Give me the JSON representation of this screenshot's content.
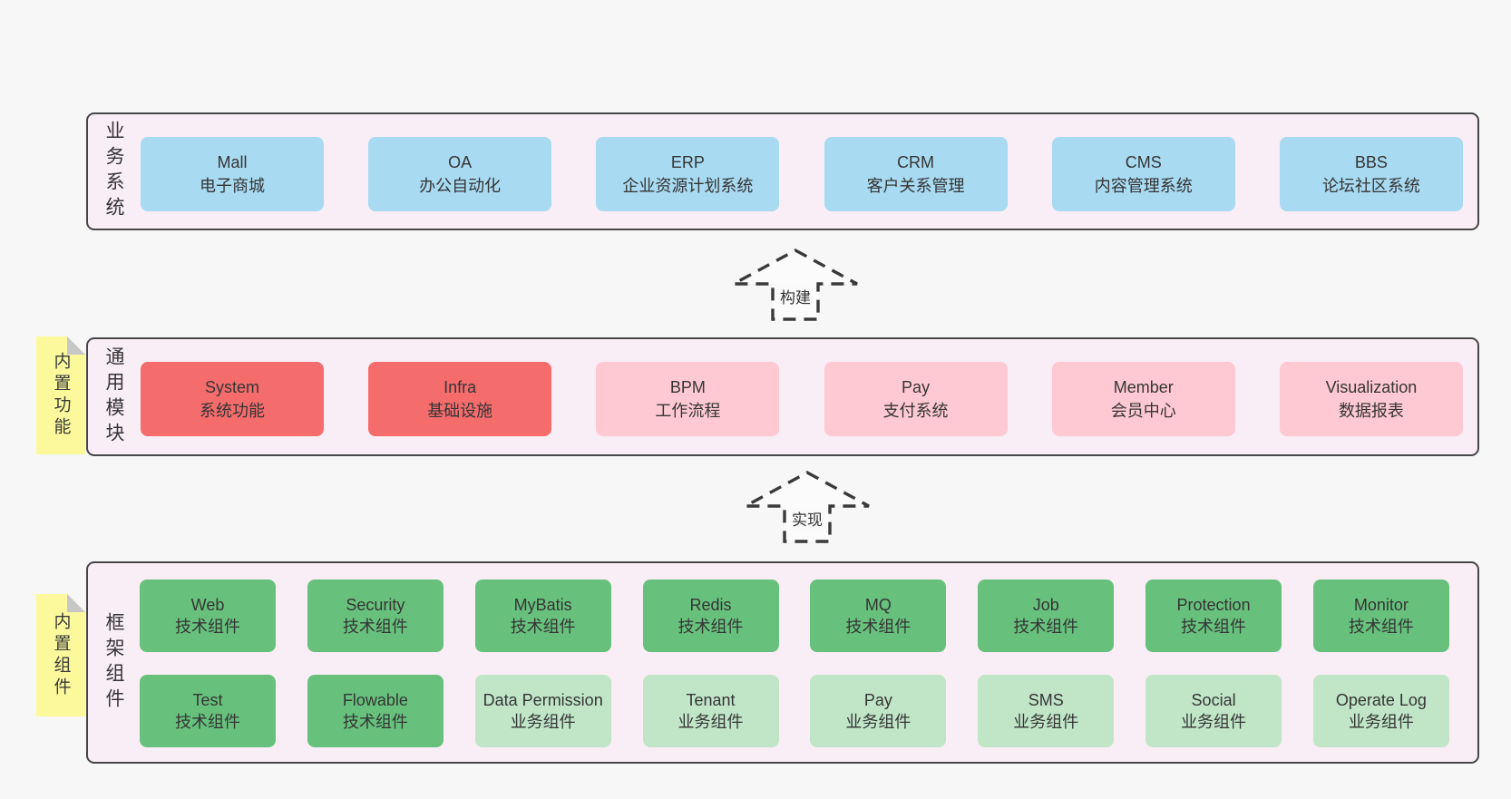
{
  "colors": {
    "page_bg": "#f7f7f7",
    "band_bg": "#f9edf6",
    "band_border": "#474747",
    "box_blue": "#a8daf2",
    "box_red": "#f56c6c",
    "box_pink": "#fec9d2",
    "box_green": "#67c17c",
    "box_green_light": "#c1e6c7",
    "note_yellow": "#fbf99c",
    "note_fold_gray": "#c7c7c7",
    "text": "#353535"
  },
  "arrows": [
    {
      "label": "构建"
    },
    {
      "label": "实现"
    }
  ],
  "bands": [
    {
      "label": "业务系统",
      "rows": [
        [
          {
            "en": "Mall",
            "zh": "电子商城"
          },
          {
            "en": "OA",
            "zh": "办公自动化"
          },
          {
            "en": "ERP",
            "zh": "企业资源计划系统"
          },
          {
            "en": "CRM",
            "zh": "客户关系管理"
          },
          {
            "en": "CMS",
            "zh": "内容管理系统"
          },
          {
            "en": "BBS",
            "zh": "论坛社区系统"
          }
        ]
      ]
    },
    {
      "label": "通用模块",
      "note": "内置功能",
      "rows": [
        [
          {
            "en": "System",
            "zh": "系统功能"
          },
          {
            "en": "Infra",
            "zh": "基础设施"
          },
          {
            "en": "BPM",
            "zh": "工作流程"
          },
          {
            "en": "Pay",
            "zh": "支付系统"
          },
          {
            "en": "Member",
            "zh": "会员中心"
          },
          {
            "en": "Visualization",
            "zh": "数据报表"
          }
        ]
      ]
    },
    {
      "label": "框架组件",
      "note": "内置组件",
      "rows": [
        [
          {
            "en": "Web",
            "zh": "技术组件"
          },
          {
            "en": "Security",
            "zh": "技术组件"
          },
          {
            "en": "MyBatis",
            "zh": "技术组件"
          },
          {
            "en": "Redis",
            "zh": "技术组件"
          },
          {
            "en": "MQ",
            "zh": "技术组件"
          },
          {
            "en": "Job",
            "zh": "技术组件"
          },
          {
            "en": "Protection",
            "zh": "技术组件"
          },
          {
            "en": "Monitor",
            "zh": "技术组件"
          }
        ],
        [
          {
            "en": "Test",
            "zh": "技术组件"
          },
          {
            "en": "Flowable",
            "zh": "技术组件"
          },
          {
            "en": "Data Permission",
            "zh": "业务组件"
          },
          {
            "en": "Tenant",
            "zh": "业务组件"
          },
          {
            "en": "Pay",
            "zh": "业务组件"
          },
          {
            "en": "SMS",
            "zh": "业务组件"
          },
          {
            "en": "Social",
            "zh": "业务组件"
          },
          {
            "en": "Operate Log",
            "zh": "业务组件"
          }
        ]
      ]
    }
  ]
}
